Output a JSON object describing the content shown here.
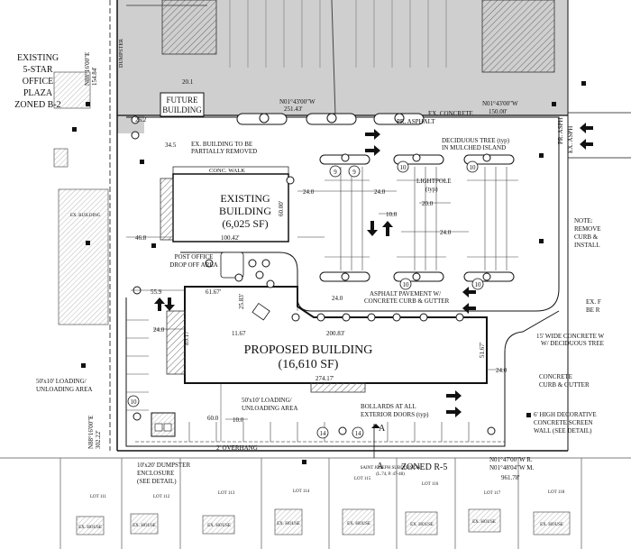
{
  "labels": {
    "existing_plaza": [
      "EXISTING",
      "5-STAR",
      "OFFICE",
      "PLAZA",
      "ZONED B-2"
    ],
    "future_building": [
      "FUTURE",
      "BUILDING"
    ],
    "existing_building": [
      "EXISTING",
      "BUILDING",
      "(6,025 SF)"
    ],
    "proposed_building": [
      "PROPOSED BUILDING",
      "(16,610 SF)"
    ],
    "ex_building_partial": [
      "EX. BUILDING TO BE",
      "PARTIALLY REMOVED"
    ],
    "conc_walk": "CONC. WALK",
    "post_office": [
      "POST OFFICE",
      "DROP OFF AREA"
    ],
    "deciduous_tree": [
      "DECIDUOUS TREE (typ)",
      "IN MULCHED ISLAND"
    ],
    "lightpole": [
      "LIGHTPOLE",
      "(typ)"
    ],
    "asphalt_pavement": [
      "ASPHALT PAVEMENT W/",
      "CONCRETE CURB & GUTTER"
    ],
    "ex_concrete": "EX. CONCRETE",
    "pr_asphalt": "PR. ASPHALT",
    "ex_asph": "EX. ASPH",
    "pr_asph": "PR. ASPH",
    "note_right": [
      "NOTE:",
      "REMOVE",
      "CURB &",
      "INSTALL"
    ],
    "ex_right": [
      "EX. F",
      "BE R"
    ],
    "concrete_screen_right": [
      "15' WIDE CONCRETE W",
      "W/ DECIDUOUS TREE"
    ],
    "concrete_curb": [
      "CONCRETE",
      "CURB & GUTTER"
    ],
    "loading_left": [
      "50'x10' LOADING/",
      "UNLOADING AREA"
    ],
    "loading_bottom": [
      "50'x10' LOADING/",
      "UNLOADING AREA"
    ],
    "bollards": [
      "BOLLARDS AT ALL",
      "EXTERIOR DOORS (typ)"
    ],
    "screen_wall": [
      "6' HIGH DECORATIVE",
      "CONCRETE SCREEN",
      "WALL (SEE DETAIL)"
    ],
    "dumpster": [
      "10'x20' DUMPSTER",
      "ENCLOSURE",
      "(SEE DETAIL)"
    ],
    "overhang": "2' OVERHANG",
    "zoned_r5": "ZONED R-5",
    "section_a": "A",
    "dumpster_top": "DUMPSTER",
    "ex_building_left": "EX. BUILDING",
    "ex_house": "EX. HOUSE",
    "saint_joseph": [
      "SAINT JOSEPH SUBDIVISION",
      "(L.74, P. 47-48)"
    ]
  },
  "bearings": {
    "top_mid": "N01°43'00\"W",
    "top_mid_dist": "251.43'",
    "top_right": "N01°43'00\"W",
    "top_right_dist": "150.00'",
    "left_top": "N88°16'00\"E",
    "left_top_dist": "154.84'",
    "left_bottom": "N88°16'00\"E",
    "left_bottom_dist": "302.22'",
    "bottom_right_1": "N01°47'00\"W R.",
    "bottom_right_2": "N01°48'04\"W M.",
    "bottom_right_dist": "961.78'"
  },
  "dimensions": {
    "d20_1": "20.1",
    "d25_2": "25.2",
    "d34_5": "34.5",
    "d46_8": "46.8",
    "d55_9": "55.9",
    "d24_0_a": "24.0",
    "d24_0_b": "24.0",
    "d24_0_c": "24.0",
    "d24_0_d": "24.0",
    "d24_0_e": "24.0",
    "d24_0_f": "24.0",
    "d20_0": "20.0",
    "d10_0_a": "10.0",
    "d10_0_b": "10.0",
    "d60_00": "60.00'",
    "d100_42": "100.42'",
    "d61_67": "61.67'",
    "d25_83": "25.83'",
    "d11_67": "11.67",
    "d200_83": "200.83'",
    "d89_17": "89.17'",
    "d51_67": "51.67'",
    "d274_17": "274.17'",
    "d60_0": "60.0"
  },
  "stalls": [
    "9",
    "9",
    "10",
    "10",
    "10",
    "10",
    "14",
    "14",
    "10"
  ],
  "lots": [
    "LOT 111",
    "LOT 112",
    "LOT 113",
    "LOT 114",
    "LOT 115",
    "LOT 116",
    "LOT 117",
    "LOT 118"
  ],
  "legend_colors": {
    "existing_paving": "#c9c9c9",
    "hatch": "#555555",
    "linework": "#111111"
  }
}
